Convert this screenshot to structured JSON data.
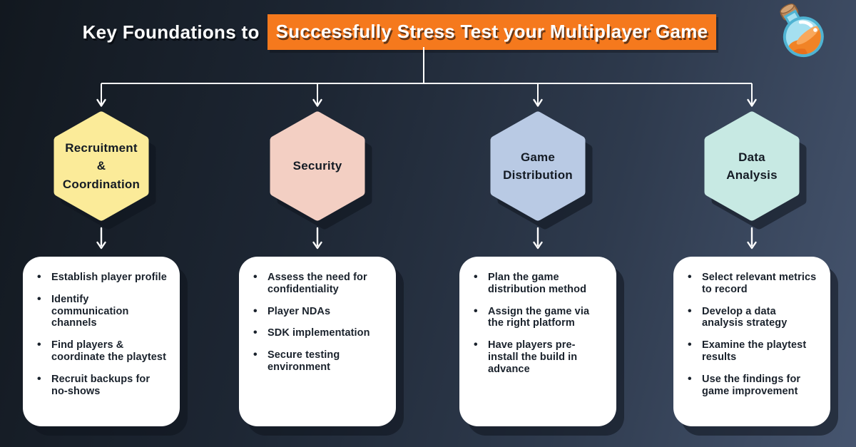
{
  "title": {
    "prefix": "Key Foundations to",
    "highlight": "Successfully Stress Test your Multiplayer Game"
  },
  "logo": {
    "name": "potion-bottle",
    "body_color": "#A5E0F0",
    "outline_color": "#4FB3D2",
    "liquid_color": "#F18326",
    "liquid_light_color": "#F9A85C",
    "cork_color": "#BE8A5C"
  },
  "colors": {
    "background_dark": "#12181f",
    "background_light": "#46556F",
    "title_highlight_bg": "#F5791D",
    "connector": "#FFFFFF",
    "card_bg": "#FFFFFF",
    "text_dark": "#141B24",
    "text_light": "#FFFFFF"
  },
  "columns": [
    {
      "id": "recruitment-coordination",
      "label": "Recruitment\n&\nCoordination",
      "color": "#FBEB99",
      "items": [
        "Establish player profile",
        "Identify communication channels",
        "Find players & coordinate the playtest",
        "Recruit backups for no-shows"
      ]
    },
    {
      "id": "security",
      "label": "Security",
      "color": "#F3CFC3",
      "items": [
        "Assess the need for confidentiality",
        "Player NDAs",
        "SDK implementation",
        "Secure testing environment"
      ]
    },
    {
      "id": "game-distribution",
      "label": "Game\nDistribution",
      "color": "#B9CAE4",
      "items": [
        "Plan the game distribution method",
        "Assign the game via the right platform",
        "Have players pre-install the build in advance"
      ]
    },
    {
      "id": "data-analysis",
      "label": "Data\nAnalysis",
      "color": "#C7E9E3",
      "items": [
        "Select relevant metrics to record",
        "Develop a data analysis strategy",
        "Examine the playtest results",
        "Use the findings for game improvement"
      ]
    }
  ]
}
